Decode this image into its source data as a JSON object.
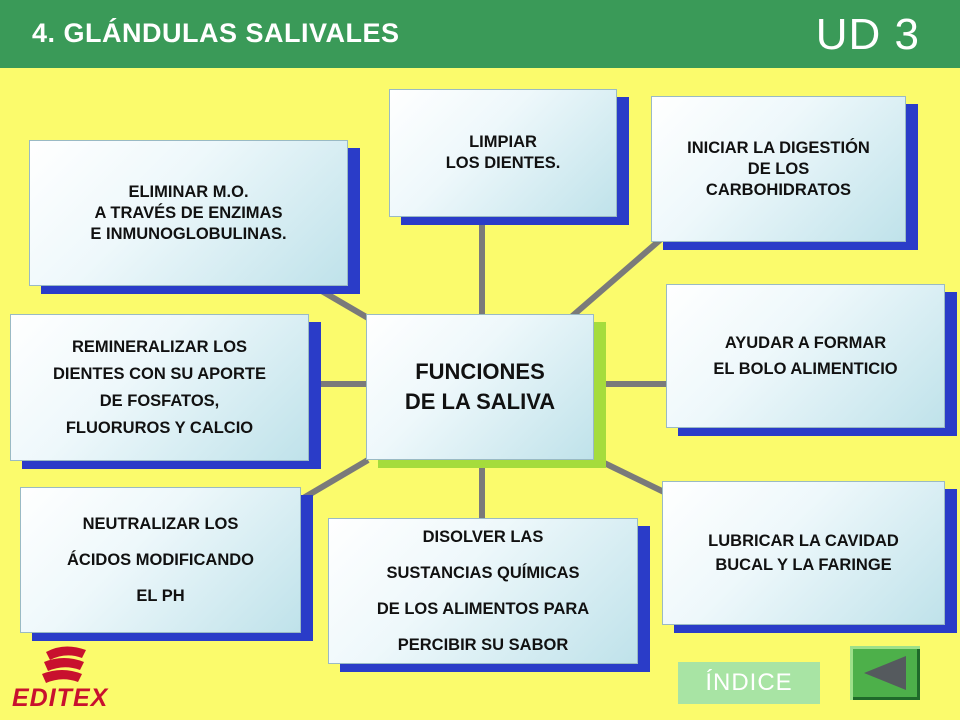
{
  "header": {
    "title": "4. GLÁNDULAS SALIVALES",
    "unit": "UD 3"
  },
  "diagram": {
    "center": {
      "lines": [
        "FUNCIONES",
        "DE LA SALIVA"
      ]
    },
    "nodes": [
      {
        "id": "limpiar",
        "lines": [
          "LIMPIAR",
          "LOS DIENTES."
        ]
      },
      {
        "id": "iniciar",
        "lines": [
          "INICIAR LA DIGESTIÓN",
          "DE LOS",
          "CARBOHIDRATOS"
        ]
      },
      {
        "id": "eliminar",
        "lines": [
          "ELIMINAR M.O.",
          "A TRAVÉS DE ENZIMAS",
          "E INMUNOGLOBULINAS."
        ]
      },
      {
        "id": "remineralizar",
        "lines": [
          "REMINERALIZAR LOS",
          "DIENTES CON SU APORTE",
          "DE FOSFATOS,",
          "FLUORUROS Y CALCIO"
        ]
      },
      {
        "id": "ayudar",
        "lines": [
          "AYUDAR A FORMAR",
          "EL BOLO ALIMENTICIO"
        ]
      },
      {
        "id": "neutralizar",
        "lines": [
          "NEUTRALIZAR LOS",
          "ÁCIDOS MODIFICANDO",
          "EL PH"
        ]
      },
      {
        "id": "disolver",
        "lines": [
          "DISOLVER LAS",
          "SUSTANCIAS QUÍMICAS",
          "DE LOS ALIMENTOS PARA",
          "PERCIBIR SU SABOR"
        ]
      },
      {
        "id": "lubricar",
        "lines": [
          "LUBRICAR LA CAVIDAD",
          "BUCAL Y LA FARINGE"
        ]
      }
    ]
  },
  "footer": {
    "logo_text": "EDITEX",
    "index_button": "ÍNDICE",
    "back_icon": "left-triangle-icon"
  },
  "colors": {
    "background": "#fbfb6c",
    "header": "#3a9a58",
    "box_shadow": "#2a3cc8",
    "center_shadow": "#a5dc3c",
    "connector": "#7a7a7a"
  }
}
